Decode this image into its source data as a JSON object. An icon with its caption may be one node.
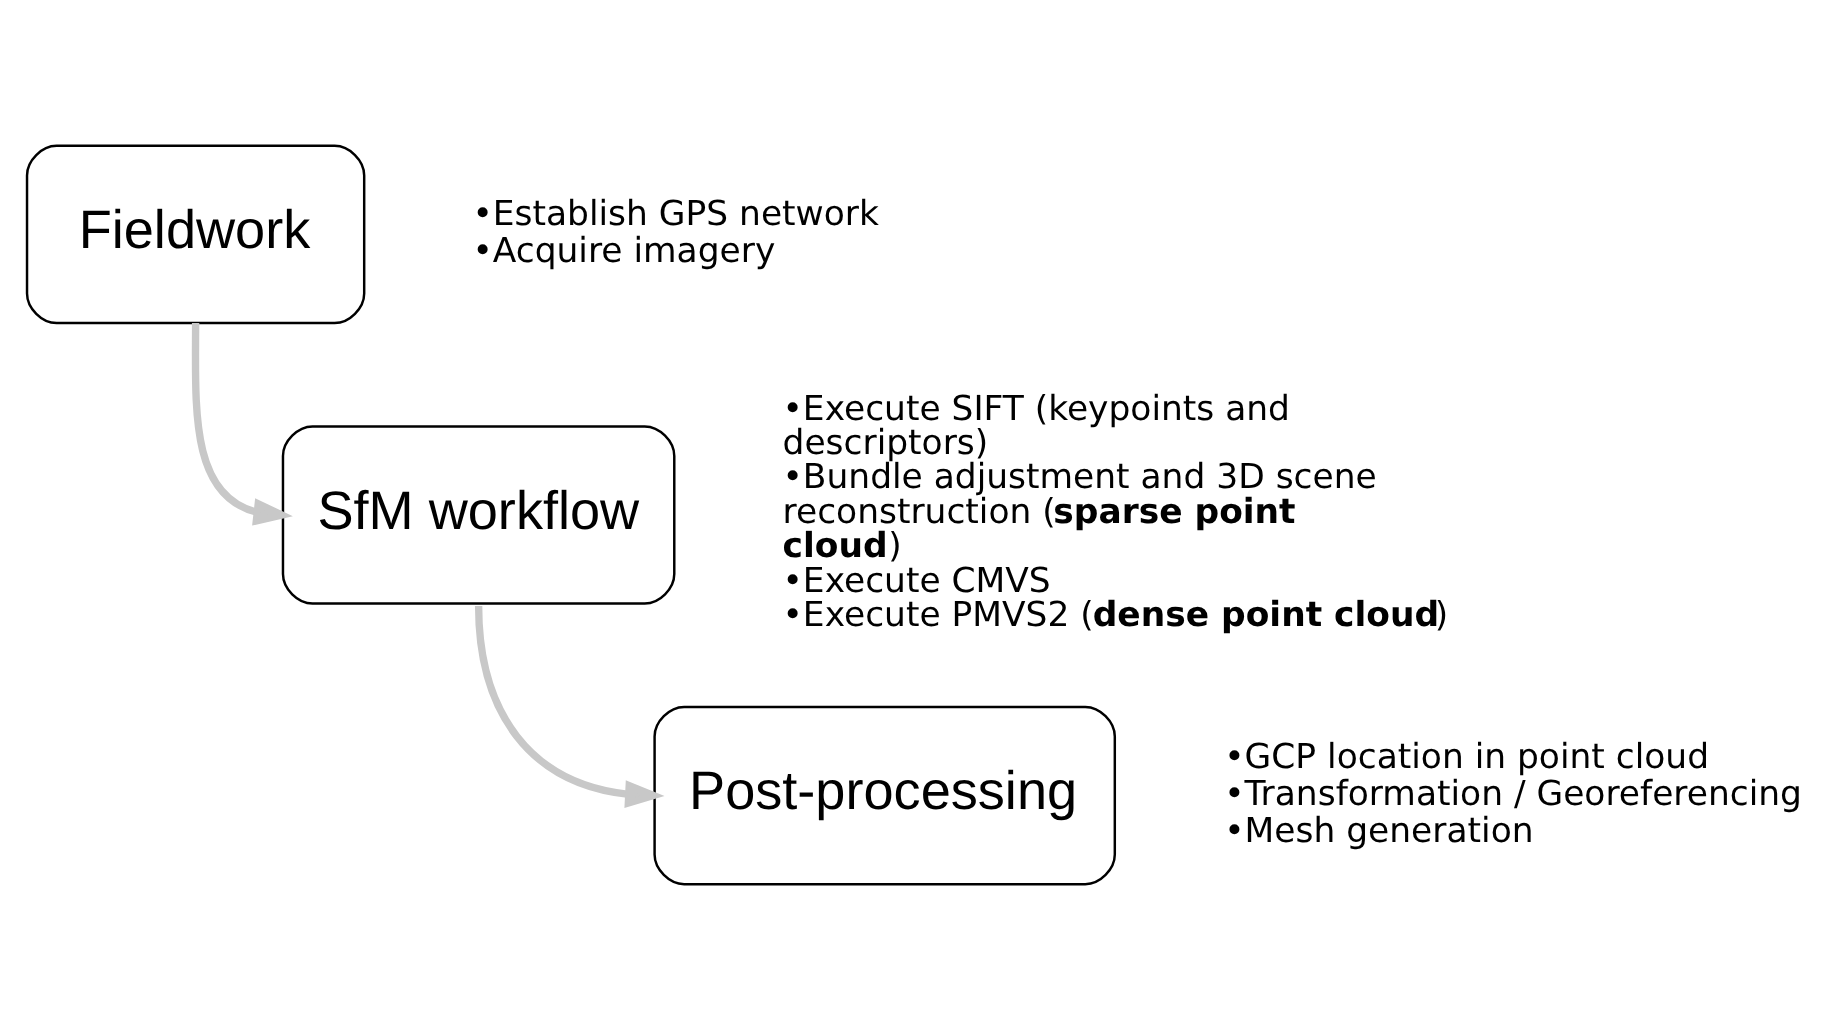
{
  "diagram": {
    "nodes": [
      {
        "text": [
          "Fieldwork"
        ],
        "beside": [
          "•Establish GPS network",
          "•Acquire imagery"
        ]
      },
      {
        "text": [
          "SfM workflow"
        ],
        "beside": [
          "•Execute SIFT (keypoints and descriptors)",
          "•Bundle adjustment and 3D scene reconstruction (**sparse point cloud**)",
          "•Execute CMVS",
          "•Execute PMVS2 (**dense point cloud**)"
        ]
      },
      {
        "text": [
          "Post-processing"
        ],
        "beside": [
          "•GCP location in point cloud",
          "•Transformation / Georeferencing",
          "•Mesh generation"
        ]
      }
    ],
    "edges": [
      {
        "from": 0,
        "to": 1,
        "arrow": "to",
        "color": "#c8c8c8"
      },
      {
        "from": 1,
        "to": 2,
        "arrow": "to",
        "color": "#c8c8c8"
      }
    ]
  }
}
